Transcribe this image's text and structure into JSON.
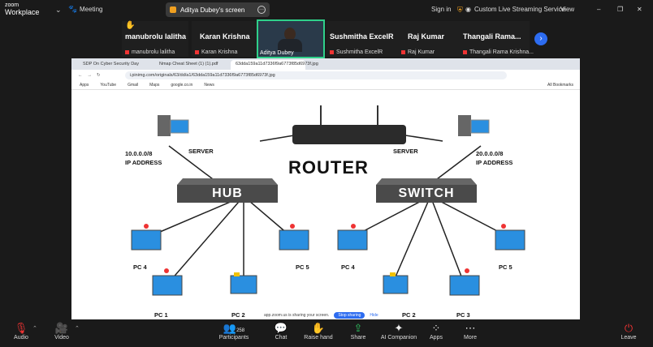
{
  "app": {
    "brand_top": "zoom",
    "brand_bottom": "Workplace",
    "meeting_label": "Meeting"
  },
  "screen_share": {
    "title": "Aditya Dubey's screen"
  },
  "top_right": {
    "sign_in": "Sign in",
    "stream": "Custom Live Streaming Service",
    "view": "View"
  },
  "participants": [
    {
      "name": "manubrolu lalitha",
      "sub": "manubrolu lalitha"
    },
    {
      "name": "Karan Krishna",
      "sub": "Karan Krishna"
    },
    {
      "name": "Sushmitha ExcelR",
      "sub": "Sushmitha ExcelR"
    },
    {
      "name": "Raj Kumar",
      "sub": "Raj Kumar"
    },
    {
      "name": "Thangali Rama...",
      "sub": "Thangali Rama Krishna..."
    }
  ],
  "speaker": {
    "name": "Aditya Dubey"
  },
  "browser": {
    "tabs": [
      "SDP On Cyber Security Day",
      "Nmap Cheat Sheet (1) (1).pdf",
      "63dda159a11d7336f9a6773f85d6973f.jpg"
    ],
    "url": "i.pinimg.com/originals/63/dd/a1/63dda159a11d7336f9a6773f85d6973f.jpg",
    "bookmarks": [
      "Apps",
      "YouTube",
      "Gmail",
      "Maps",
      "google.co.in",
      "News"
    ],
    "all_bookmarks": "All Bookmarks"
  },
  "diagram": {
    "left_ip": "10.0.0.0/8",
    "left_ip_label": "IP ADDRESS",
    "right_ip": "20.0.0.0/8",
    "right_ip_label": "IP ADDRESS",
    "server_left": "SERVER",
    "server_right": "SERVER",
    "router": "ROUTER",
    "hub": "HUB",
    "switch": "SWITCH",
    "pcs_left": [
      "PC 4",
      "PC 1",
      "PC 2",
      "PC 5"
    ],
    "pcs_right": [
      "PC 4",
      "PC 2",
      "PC 3",
      "PC 5"
    ]
  },
  "share_notice": {
    "text": "app.zoom.us is sharing your screen.",
    "stop": "Stop sharing",
    "hide": "Hide"
  },
  "toolbar": {
    "audio": "Audio",
    "video": "Video",
    "participants": "Participants",
    "participants_count": "258",
    "chat": "Chat",
    "raise_hand": "Raise hand",
    "share": "Share",
    "ai": "AI Companion",
    "apps": "Apps",
    "more": "More",
    "leave": "Leave"
  },
  "colors": {
    "accent": "#2d6cf0",
    "speaker_border": "#2fd08a",
    "leave": "#e33b3b",
    "share_green": "#2fbf5f"
  }
}
